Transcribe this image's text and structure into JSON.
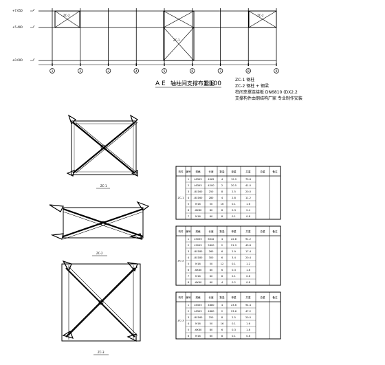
{
  "elevation": {
    "title_letters": "A    E",
    "title_text": "轴柱间支撑布置图",
    "scale": "1:100",
    "braces": {
      "top_left": "ZC-2",
      "top_right": "ZC-2",
      "center": "ZC-1"
    },
    "levels": {
      "top": "+7.650",
      "mid": "+5.400",
      "bottom": "±0.000"
    },
    "axes": [
      "1",
      "2",
      "3",
      "4",
      "5",
      "6",
      "7",
      "8",
      "9"
    ]
  },
  "notes": [
    "ZC-1  钢柱",
    "ZC-2  钢柱 + 钢梁",
    "柱间支撑连接板 DN6810 (DX2.2",
    "支撑构件由钢结构厂家 专业制作安装"
  ],
  "details": [
    {
      "id": "ZC-1"
    },
    {
      "id": "ZC-2"
    },
    {
      "id": "ZC-3"
    }
  ],
  "tables": {
    "header": [
      "构件",
      "编号",
      "规格",
      "长度",
      "数量",
      "单重",
      "共重",
      "总重",
      "备注"
    ],
    "blocks": [
      {
        "member": "ZC-1",
        "rows": [
          [
            "1",
            "L63X5",
            "4062",
            "4",
            "19.9",
            "79.6"
          ],
          [
            "2",
            "L63X5",
            "4200",
            "2",
            "20.5",
            "41.0"
          ],
          [
            "3",
            "-8X160",
            "250",
            "8",
            "2.5",
            "20.0"
          ],
          [
            "4",
            "-8X160",
            "280",
            "4",
            "2.8",
            "11.2"
          ],
          [
            "5",
            "M16",
            "50",
            "16",
            "0.1",
            "1.6"
          ],
          [
            "6",
            "-6X80",
            "80",
            "8",
            "0.3",
            "2.4"
          ],
          [
            "7",
            "M16",
            "60",
            "8",
            "0.1",
            "0.8"
          ]
        ]
      },
      {
        "member": "ZC-2",
        "rows": [
          [
            "1",
            "L50X5",
            "6042",
            "4",
            "22.8",
            "91.2"
          ],
          [
            "2",
            "L50X5",
            "5800",
            "2",
            "21.9",
            "43.8"
          ],
          [
            "3",
            "-8X180",
            "260",
            "6",
            "2.9",
            "17.4"
          ],
          [
            "4",
            "-8X180",
            "300",
            "6",
            "3.4",
            "20.4"
          ],
          [
            "5",
            "M16",
            "50",
            "12",
            "0.1",
            "1.2"
          ],
          [
            "6",
            "-6X80",
            "80",
            "6",
            "0.3",
            "1.8"
          ],
          [
            "7",
            "M16",
            "60",
            "8",
            "0.1",
            "0.8"
          ],
          [
            "8",
            "-6X60",
            "60",
            "4",
            "0.2",
            "0.8"
          ]
        ]
      },
      {
        "member": "ZC-3",
        "rows": [
          [
            "1",
            "L63X5",
            "4880",
            "4",
            "23.6",
            "94.4"
          ],
          [
            "2",
            "L63X5",
            "4880",
            "2",
            "23.6",
            "47.2"
          ],
          [
            "3",
            "-8X160",
            "250",
            "8",
            "2.5",
            "20.0"
          ],
          [
            "4",
            "M16",
            "50",
            "16",
            "0.1",
            "1.6"
          ],
          [
            "5",
            "-6X80",
            "80",
            "6",
            "0.3",
            "1.8"
          ],
          [
            "6",
            "M16",
            "60",
            "8",
            "0.1",
            "0.8"
          ]
        ]
      }
    ]
  }
}
